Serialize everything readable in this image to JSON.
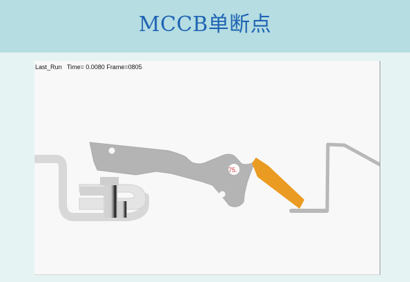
{
  "page": {
    "title": "MCCB单断点"
  },
  "simulation": {
    "status": "Last_Run   Time= 0.0080 Frame=0805",
    "readout": "75."
  }
}
